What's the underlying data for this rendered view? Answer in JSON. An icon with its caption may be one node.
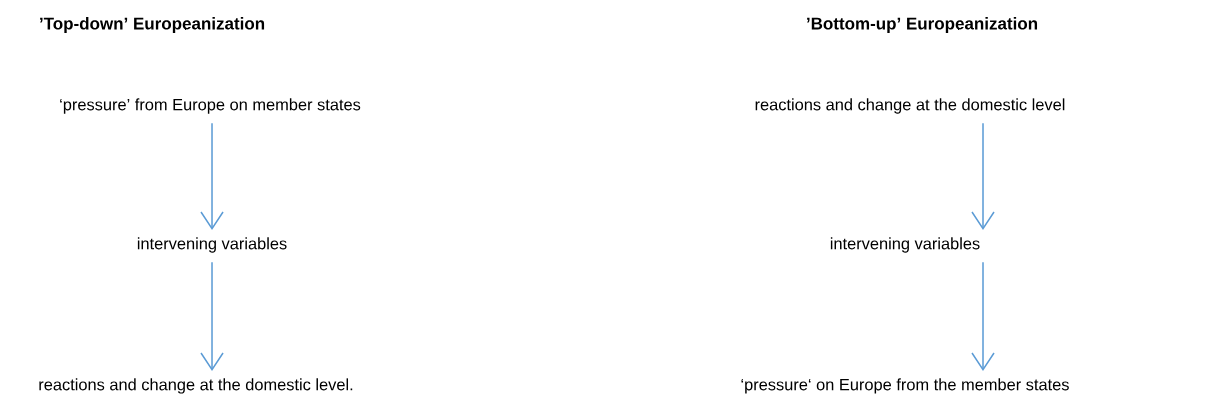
{
  "diagram": {
    "nodes": [
      {
        "text": [
          "‘pressure’ from Europe on member states"
        ]
      },
      {
        "text": [
          "intervening variables"
        ]
      },
      {
        "text": [
          "reactions and change at the domestic level."
        ]
      },
      {
        "text": [
          "reactions and change at the domestic level"
        ]
      },
      {
        "text": [
          "intervening variables"
        ]
      },
      {
        "text": [
          "‘pressure‘ on Europe from the member states"
        ]
      }
    ],
    "edges": [
      {
        "from": 0,
        "to": 1,
        "arrow": "to"
      },
      {
        "from": 1,
        "to": 2,
        "arrow": "to"
      },
      {
        "from": 3,
        "to": 4,
        "arrow": "to"
      },
      {
        "from": 4,
        "to": 5,
        "arrow": "to"
      }
    ],
    "labels": [
      "’Top-down’ Europeanization",
      "’Bottom-up’ Europeanization"
    ]
  }
}
